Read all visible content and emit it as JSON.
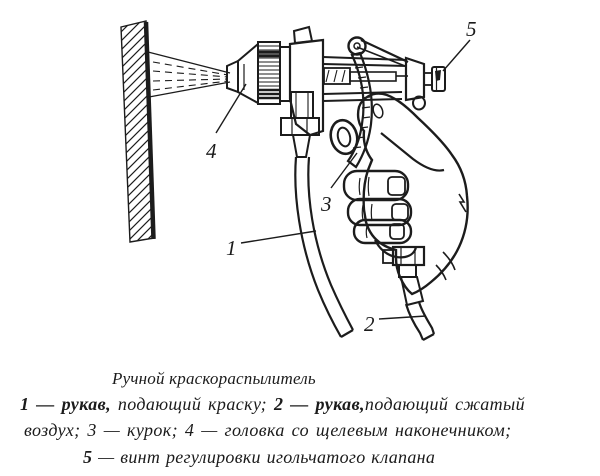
{
  "figure": {
    "description_not_rendered": "",
    "labels": {
      "l1": "1",
      "l2": "2",
      "l3": "3",
      "l4": "4",
      "l5": "5"
    }
  },
  "caption": {
    "title": "Ручной краскораспылитель",
    "line1": {
      "seg1": "1 — рукав,",
      "seg2": " подающий краску; ",
      "seg3": "2 — рукав,",
      "seg4": "подающий сжатый"
    },
    "line2": "воздух; 3 — курок;  4 — головка со щелевым наконечником;",
    "line3": {
      "seg1": "5",
      "seg2": " — винт регулировки игольчатого клапана"
    }
  },
  "colors": {
    "ink": "#1c1c1c",
    "background": "#ffffff"
  }
}
